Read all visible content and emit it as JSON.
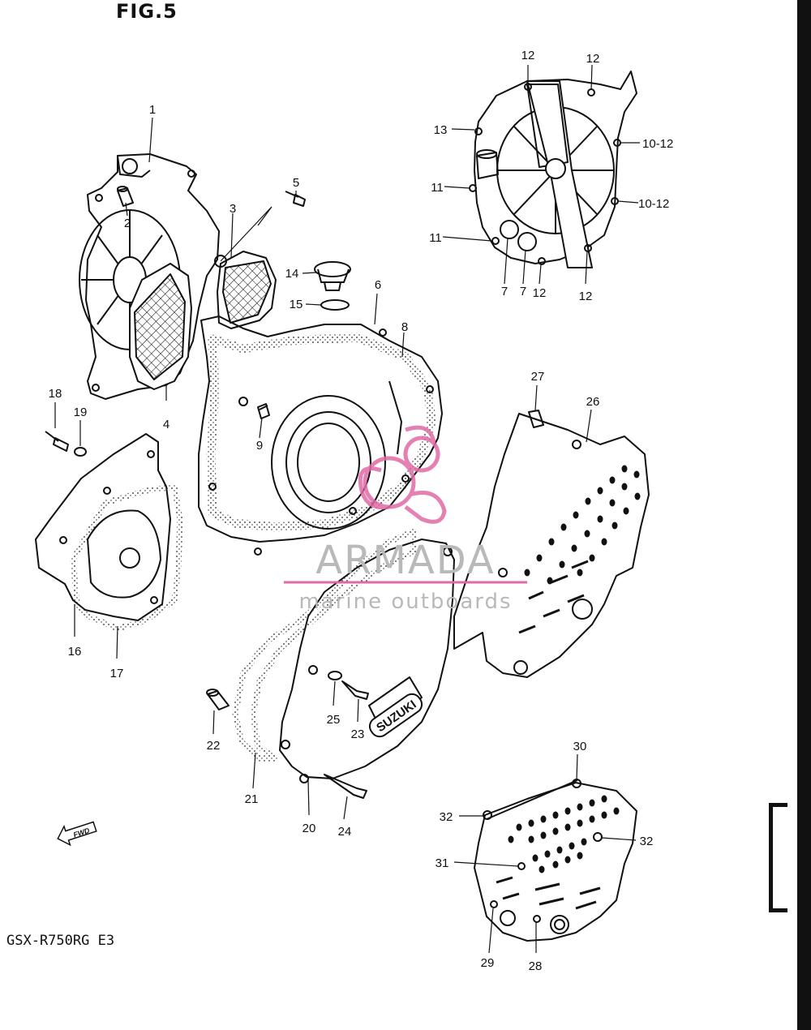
{
  "header": {
    "figure": "FIG.5"
  },
  "footer": {
    "model": "GSX-R750RG E3"
  },
  "watermark": {
    "brand": "ARMADA",
    "tagline": "marine outboards",
    "accent_color": "#e06aa5",
    "text_color": "#b9b9b9"
  },
  "cover_logo": "SUZUKI",
  "fwd_marker": "FWD",
  "parts": [
    "1",
    "2",
    "3",
    "4",
    "5",
    "6",
    "7",
    "7",
    "8",
    "9",
    "10-12",
    "10-12",
    "11",
    "11",
    "12",
    "12",
    "12",
    "12",
    "13",
    "14",
    "15",
    "16",
    "17",
    "18",
    "19",
    "20",
    "21",
    "22",
    "23",
    "24",
    "25",
    "26",
    "27",
    "28",
    "29",
    "30",
    "31",
    "32",
    "32"
  ]
}
